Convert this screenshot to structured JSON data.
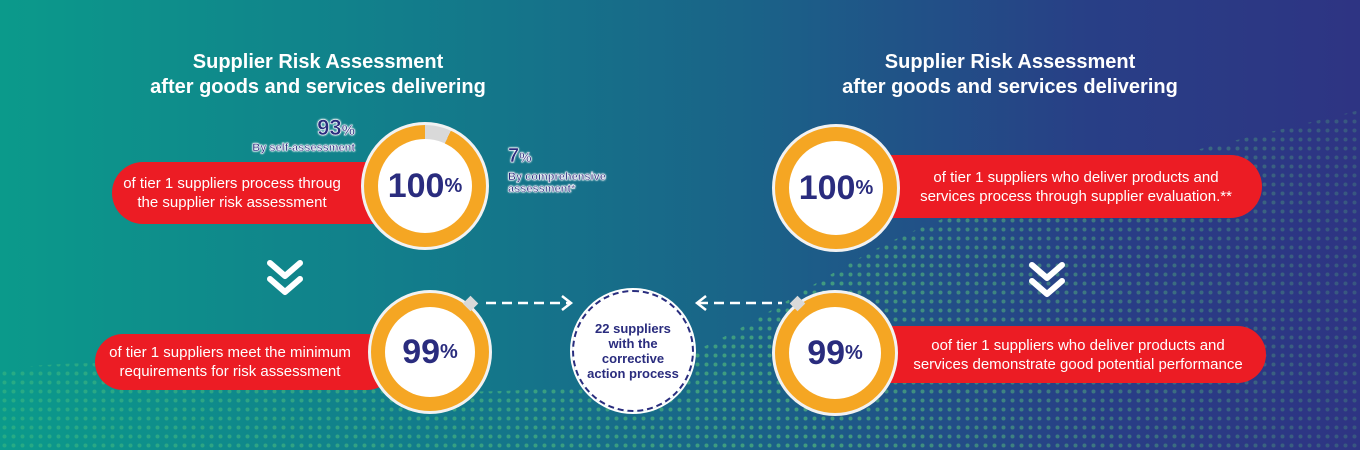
{
  "left": {
    "title_line1": "Supplier Risk Assessment",
    "title_line2": "after goods and services delivering",
    "self_pct": "93",
    "self_label": "By self-assessment",
    "comp_pct": "7",
    "comp_label_line1": "By comprehensive",
    "comp_label_line2": "assessment*",
    "circle1_value": "100",
    "circle1_text_line1": "of tier 1 suppliers process throug",
    "circle1_text_line2": "the supplier risk assessment",
    "circle2_value": "99",
    "circle2_text_line1": "of tier 1 suppliers meet the minimum",
    "circle2_text_line2": "requirements for risk assessment"
  },
  "center": {
    "line1": "22 suppliers",
    "line2": "with the",
    "line3": "corrective",
    "line4": "action process"
  },
  "right": {
    "title_line1": "Supplier Risk Assessment",
    "title_line2": "after goods and services delivering",
    "circle1_value": "100",
    "circle1_text_line1": "of tier 1  suppliers who deliver products and",
    "circle1_text_line2": "services process through supplier evaluation.**",
    "circle2_value": "99",
    "circle2_text_line1": "oof tier 1 suppliers who deliver products and",
    "circle2_text_line2": "services demonstrate good potential performance"
  },
  "percent_sign": "%",
  "colors": {
    "red": "#ec1c24",
    "orange": "#f5a623",
    "navy": "#2a2c7e",
    "gray": "#d9d9d9"
  },
  "ring_fractions": {
    "self_assessment": 0.93,
    "comprehensive": 0.07,
    "circle2": 0.99
  }
}
